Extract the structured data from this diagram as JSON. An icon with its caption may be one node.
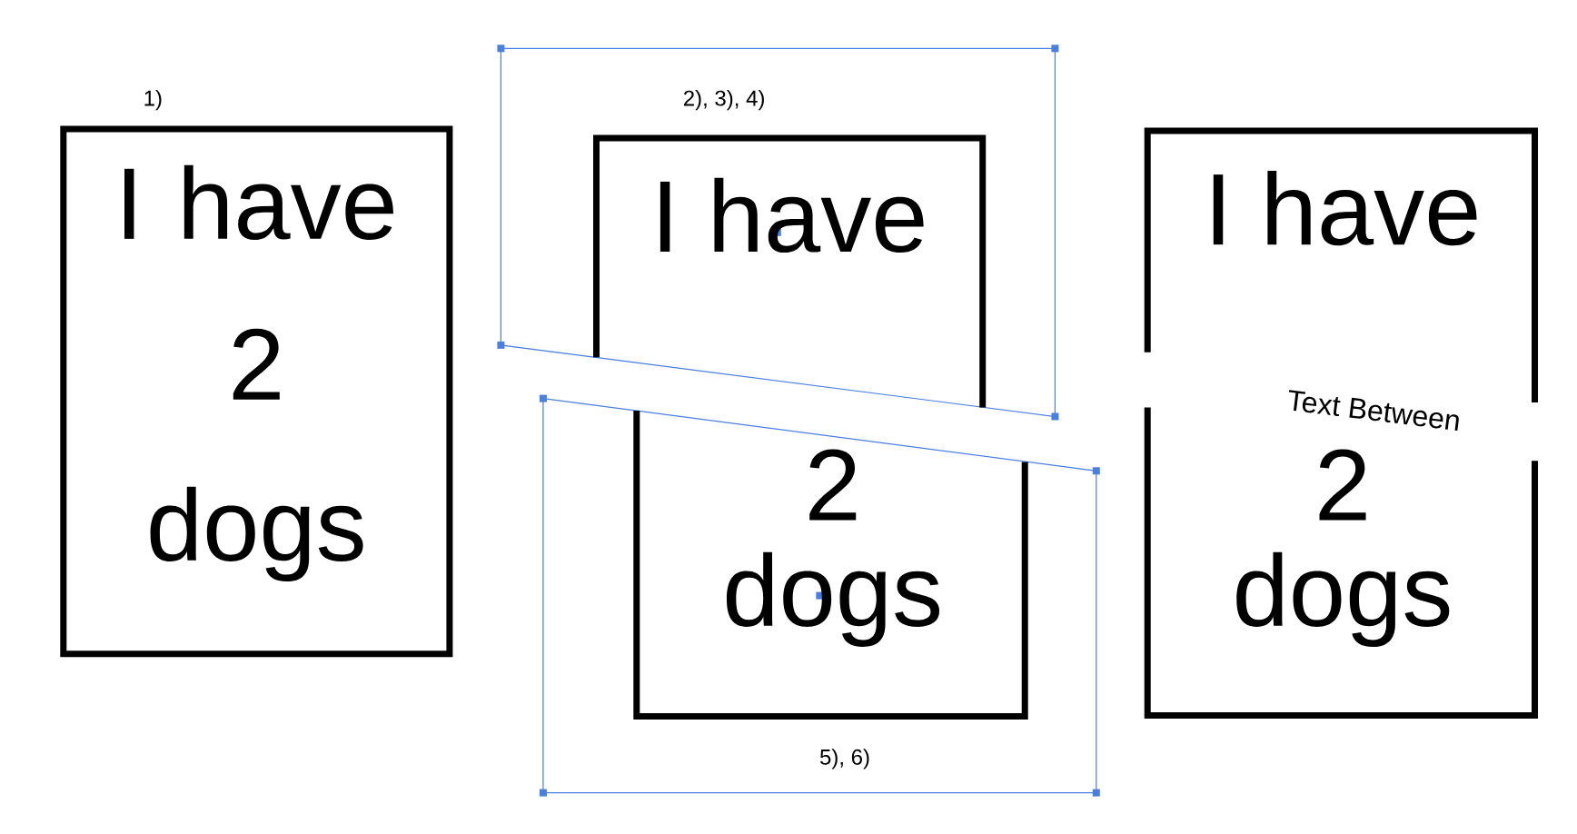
{
  "diagram": {
    "nodes": [
      {
        "text": [
          "1)",
          "I have 2 dogs"
        ]
      },
      {
        "text": [
          "2), 3), 4)"
        ]
      },
      {
        "text": [
          "I have"
        ],
        "in": 1
      },
      {
        "text": [
          "5), 6)"
        ]
      },
      {
        "text": [
          "2",
          "dogs"
        ],
        "in": 3
      },
      {
        "text": [
          "I have",
          "Text Between",
          "2",
          "dogs"
        ]
      }
    ]
  }
}
